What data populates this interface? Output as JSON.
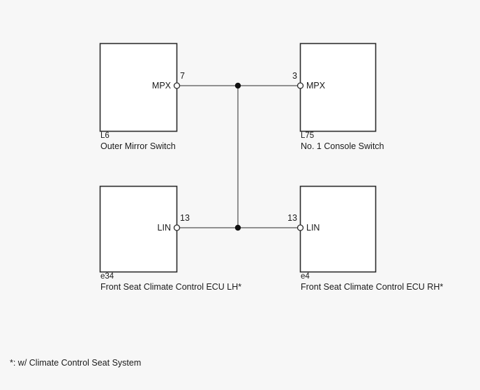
{
  "diagram": {
    "type": "automotive-wiring-diagram",
    "background_color": "#f7f7f7",
    "line_color": "#2b2b2b",
    "text_color": "#1a1a1a",
    "components": [
      {
        "code": "L6",
        "title": "Outer Mirror Switch",
        "pin_name": "MPX",
        "pin_number": "7",
        "pin_side": "right"
      },
      {
        "code": "L75",
        "title": "No. 1 Console Switch",
        "pin_name": "MPX",
        "pin_number": "3",
        "pin_side": "left"
      },
      {
        "code": "e34",
        "title": "Front Seat Climate Control ECU LH*",
        "pin_name": "LIN",
        "pin_number": "13",
        "pin_side": "right"
      },
      {
        "code": "e4",
        "title": "Front Seat Climate Control ECU RH*",
        "pin_name": "LIN",
        "pin_number": "13",
        "pin_side": "left"
      }
    ],
    "junctions": [
      {
        "name": "upper-bus-junction"
      },
      {
        "name": "lower-bus-junction"
      }
    ],
    "footnote": "*: w/ Climate Control Seat System"
  }
}
